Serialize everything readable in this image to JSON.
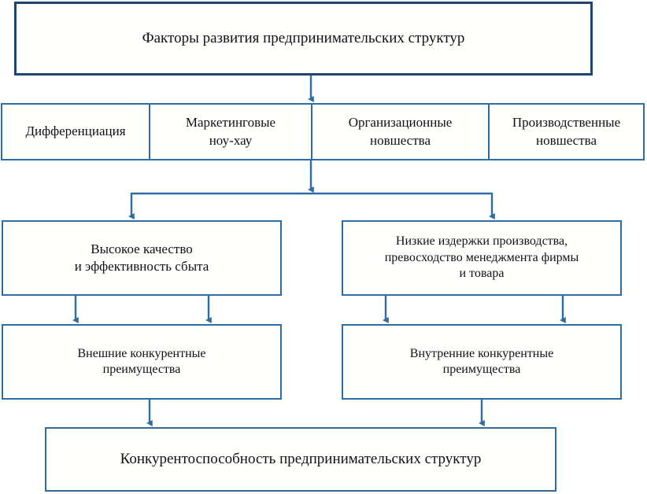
{
  "diagram": {
    "title_text": "Факторы развития предпринимательских структур",
    "accent_color": "#2e6da4",
    "root_border_color": "#1f4472",
    "root": {
      "label": "Факторы развития предпринимательских структур"
    },
    "factors_row": {
      "items": [
        {
          "label": "Дифференциация"
        },
        {
          "label": "Маркетинговые\nноу-хау"
        },
        {
          "label": "Организационные\nновшества"
        },
        {
          "label": "Производственные\nновшества"
        }
      ]
    },
    "outcomes_row": {
      "items": [
        {
          "label": "Высокое качество\nи эффективность сбыта"
        },
        {
          "label": "Низкие издержки производства,\nпревосходство менеджмента фирмы\nи товара"
        }
      ]
    },
    "advantages_row": {
      "items": [
        {
          "label": "Внешние конкурентные\nпреимущества"
        },
        {
          "label": "Внутренние конкурентные\nпреимущества"
        }
      ]
    },
    "result": {
      "label": "Конкурентоспособность предпринимательских структур"
    }
  }
}
